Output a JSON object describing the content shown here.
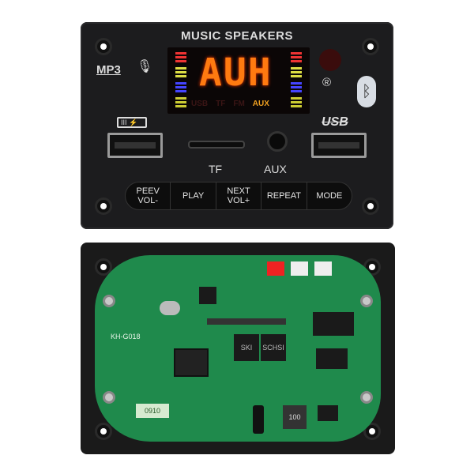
{
  "front_panel": {
    "title": "MUSIC SPEAKERS",
    "mp3_label": "MP3",
    "display_text": "AUH",
    "display_indicators": [
      "USB",
      "TF",
      "FM",
      "AUX"
    ],
    "registered_mark": "®",
    "usb_label": "USB",
    "tf_label": "TF",
    "aux_label": "AUX",
    "buttons": [
      {
        "line1": "PEEV",
        "line2": "VOL-"
      },
      {
        "line1": "PLAY",
        "line2": ""
      },
      {
        "line1": "NEXT",
        "line2": "VOL+"
      },
      {
        "line1": "REPEAT",
        "line2": ""
      },
      {
        "line1": "MODE",
        "line2": ""
      }
    ],
    "icons": [
      "microphone-icon",
      "battery-charging-icon",
      "bluetooth-icon",
      "ir-receiver-icon"
    ]
  },
  "back_board": {
    "board_label": "KH-G018",
    "chip_labels": [
      "SKI",
      "SCHSI"
    ],
    "inductor_label": "100",
    "sticker_label": "0910"
  }
}
